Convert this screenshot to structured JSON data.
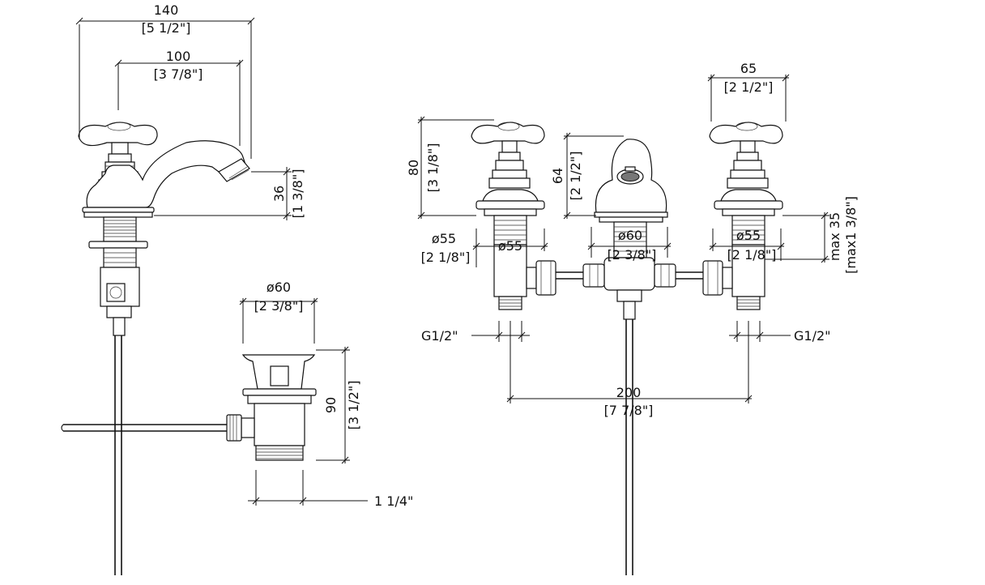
{
  "basin_tap": {
    "width_overall": {
      "mm": "140",
      "in": "[5 1/2\"]"
    },
    "spout_reach": {
      "mm": "100",
      "in": "[3 7/8\"]"
    },
    "spout_height": {
      "mm": "36",
      "in": "[1 3/8\"]"
    }
  },
  "waste": {
    "flange_dia": {
      "mm": "ø60",
      "in": "[2 3/8\"]"
    },
    "height": {
      "mm": "90",
      "in": "[3 1/2\"]"
    },
    "thread": "1 1/4\""
  },
  "three_hole_set": {
    "handle_spacing": {
      "mm": "65",
      "in": "[2 1/2\"]"
    },
    "valve_height": {
      "mm": "80",
      "in": "[3 1/8\"]"
    },
    "spout_height": {
      "mm": "64",
      "in": "[2 1/2\"]"
    },
    "left_base_dia": {
      "mm": "ø55",
      "in": "[2 1/8\"]"
    },
    "left_inner_dia": "ø55",
    "spout_base_dia": {
      "mm": "ø60",
      "in": "[2 3/8\"]"
    },
    "right_base_dia": {
      "mm": "ø55",
      "in": "[2 1/8\"]"
    },
    "max_deck": {
      "mm": "max 35",
      "in": "[max1 3/8\"]"
    },
    "left_connection": "G1/2\"",
    "right_connection": "G1/2\"",
    "centers": {
      "mm": "200",
      "in": "[7 7/8\"]"
    }
  }
}
